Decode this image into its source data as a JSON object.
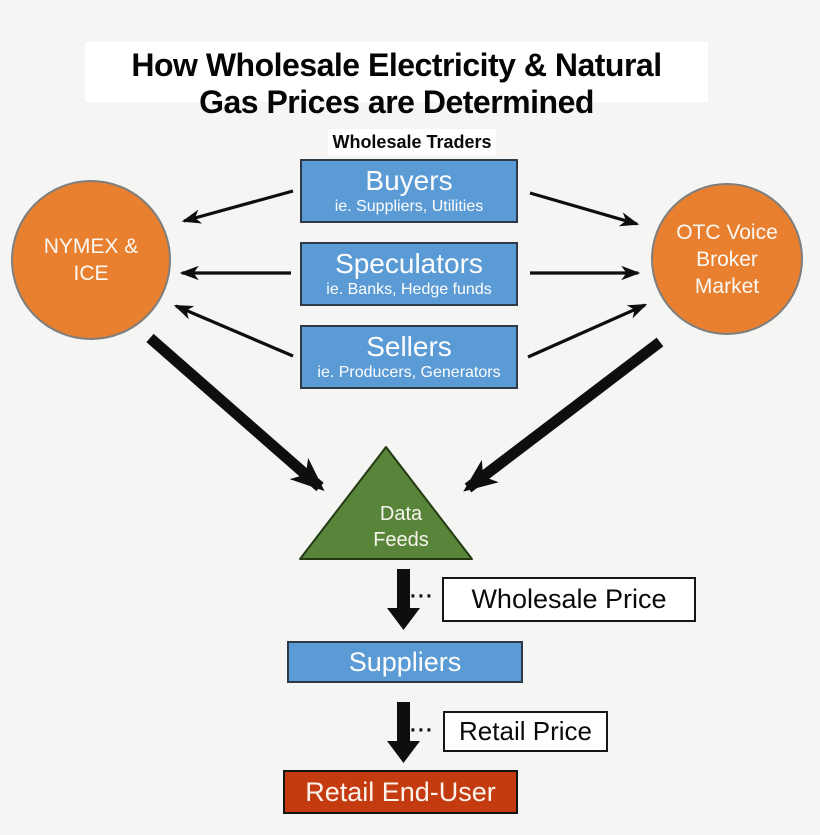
{
  "title": {
    "line1": "How Wholesale Electricity & Natural",
    "line2": "Gas Prices are Determined"
  },
  "section_label": "Wholesale Traders",
  "trader_boxes": [
    {
      "name": "Buyers",
      "examples": "ie. Suppliers, Utilities"
    },
    {
      "name": "Speculators",
      "examples": "ie. Banks, Hedge funds"
    },
    {
      "name": "Sellers",
      "examples": "ie. Producers, Generators"
    }
  ],
  "markets": {
    "left": {
      "line1": "NYMEX &",
      "line2": "ICE"
    },
    "right": {
      "line1": "OTC Voice",
      "line2": "Broker",
      "line3": "Market"
    }
  },
  "data_feeds": {
    "line1": "Data",
    "line2": "Feeds"
  },
  "flow": {
    "wholesale_price_label": "Wholesale Price",
    "suppliers_label": "Suppliers",
    "retail_price_label": "Retail Price",
    "retail_end_user_label": "Retail End-User",
    "connector_dots": "···"
  },
  "colors": {
    "box_blue": "#5b9bd5",
    "circle_orange": "#e8802f",
    "triangle_green": "#588539",
    "retail_red": "#c43b10"
  }
}
